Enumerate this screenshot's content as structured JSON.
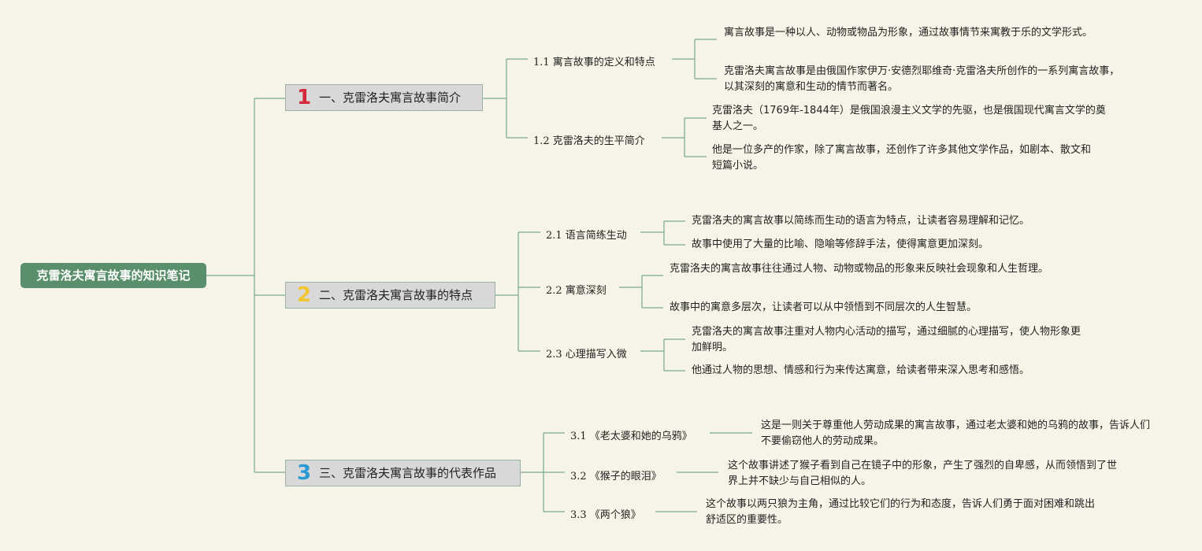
{
  "root": {
    "title": "克雷洛夫寓言故事的知识笔记"
  },
  "sections": [
    {
      "number": "1",
      "number_color": "#d42a3c",
      "label": "一、克雷洛夫寓言故事简介",
      "subs": [
        {
          "label": "1.1 寓言故事的定义和特点",
          "leaves": [
            "寓言故事是一种以人、动物或物品为形象，通过故事情节来寓教于乐的文学形式。",
            "克雷洛夫寓言故事是由俄国作家伊万·安德烈耶维奇·克雷洛夫所创作的一系列寓言故事，以其深刻的寓意和生动的情节而著名。"
          ]
        },
        {
          "label": "1.2 克雷洛夫的生平简介",
          "leaves": [
            "克雷洛夫（1769年-1844年）是俄国浪漫主义文学的先驱，也是俄国现代寓言文学的奠基人之一。",
            "他是一位多产的作家，除了寓言故事，还创作了许多其他文学作品，如剧本、散文和短篇小说。"
          ]
        }
      ]
    },
    {
      "number": "2",
      "number_color": "#f2c531",
      "label": "二、克雷洛夫寓言故事的特点",
      "subs": [
        {
          "label": "2.1 语言简练生动",
          "leaves": [
            "克雷洛夫的寓言故事以简练而生动的语言为特点，让读者容易理解和记忆。",
            "故事中使用了大量的比喻、隐喻等修辞手法，使得寓意更加深刻。"
          ]
        },
        {
          "label": "2.2 寓意深刻",
          "leaves": [
            "克雷洛夫的寓言故事往往通过人物、动物或物品的形象来反映社会现象和人生哲理。",
            "故事中的寓意多层次，让读者可以从中领悟到不同层次的人生智慧。"
          ]
        },
        {
          "label": "2.3 心理描写入微",
          "leaves": [
            "克雷洛夫的寓言故事注重对人物内心活动的描写，通过细腻的心理描写，使人物形象更加鲜明。",
            "他通过人物的思想、情感和行为来传达寓意，给读者带来深入思考和感悟。"
          ]
        }
      ]
    },
    {
      "number": "3",
      "number_color": "#2a9ad6",
      "label": "三、克雷洛夫寓言故事的代表作品",
      "subs": [
        {
          "label": "3.1 《老太婆和她的乌鸦》",
          "leaves": [
            "这是一则关于尊重他人劳动成果的寓言故事，通过老太婆和她的乌鸦的故事，告诉人们不要偷窃他人的劳动成果。"
          ]
        },
        {
          "label": "3.2 《猴子的眼泪》",
          "leaves": [
            "这个故事讲述了猴子看到自己在镜子中的形象，产生了强烈的自卑感，从而领悟到了世界上并不缺少与自己相似的人。"
          ]
        },
        {
          "label": "3.3 《两个狼》",
          "leaves": [
            "这个故事以两只狼为主角，通过比较它们的行为和态度，告诉人们勇于面对困难和跳出舒适区的重要性。"
          ]
        }
      ]
    }
  ],
  "colors": {
    "line": "#7aa892",
    "root_bg": "#5a8f6b",
    "section_bg": "#d8d8d8"
  }
}
